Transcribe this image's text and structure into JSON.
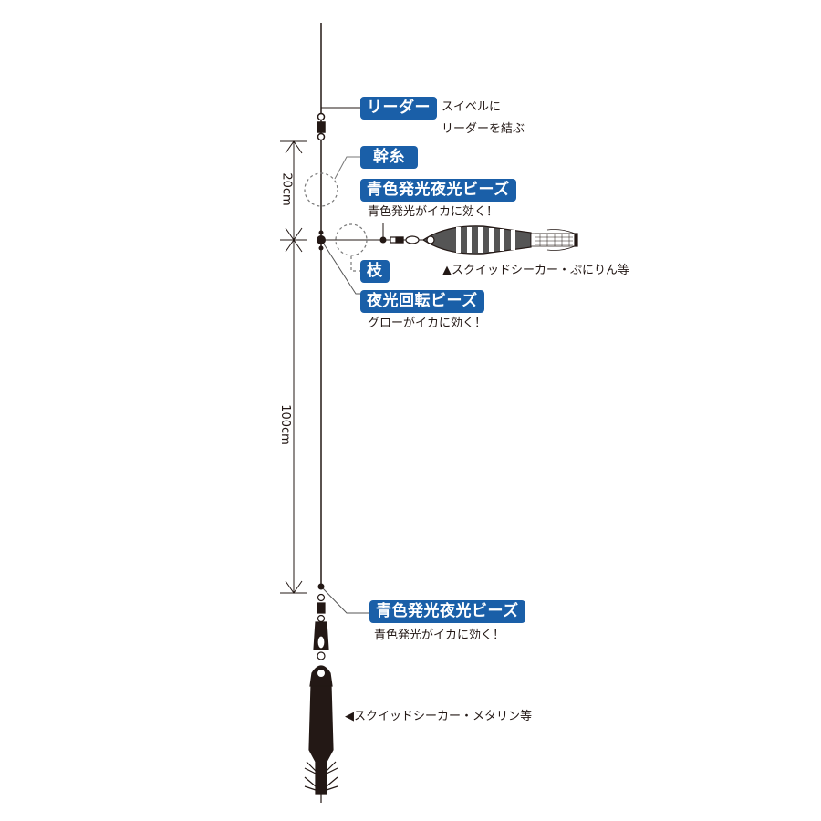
{
  "labels": {
    "leader": {
      "tag": "リーダー",
      "note1": "スイベルに",
      "note2": "リーダーを結ぶ"
    },
    "mainline": {
      "tag": "幹糸"
    },
    "bead_top": {
      "tag": "青色発光夜光ビーズ",
      "note": "青色発光がイカに効く！"
    },
    "branch": {
      "tag": "枝"
    },
    "rotating_bead": {
      "tag": "夜光回転ビーズ",
      "note": "グローがイカに効く！"
    },
    "bead_bottom": {
      "tag": "青色発光夜光ビーズ",
      "note": "青色発光がイカに効く！"
    }
  },
  "lures": {
    "branch_lure": "▲スクイッドシーカー・ぷにりん等",
    "bottom_lure": "◀スクイッドシーカー・メタリン等"
  },
  "dimensions": {
    "upper": "20cm",
    "lower": "100cm"
  },
  "colors": {
    "tag": "#1a5fa8",
    "line": "#231815"
  }
}
